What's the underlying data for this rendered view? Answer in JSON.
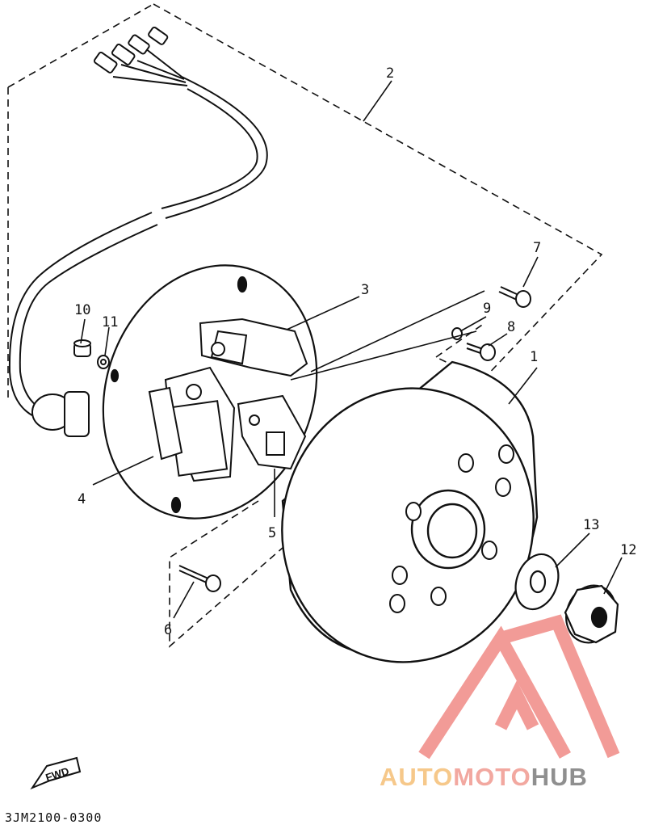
{
  "diagram": {
    "code": "3JM2100-0300",
    "fwd_label": "FWD",
    "callouts": [
      "1",
      "2",
      "3",
      "4",
      "5",
      "6",
      "7",
      "8",
      "9",
      "10",
      "11",
      "12",
      "13"
    ]
  },
  "watermark": {
    "part1": "AUTO",
    "part2": "MOTO",
    "part3": "HUB",
    "color_auto": "#f6c88a",
    "color_moto": "#f2a8a0",
    "color_hub": "#8f8f8f",
    "logo_color": "#f08a85"
  }
}
